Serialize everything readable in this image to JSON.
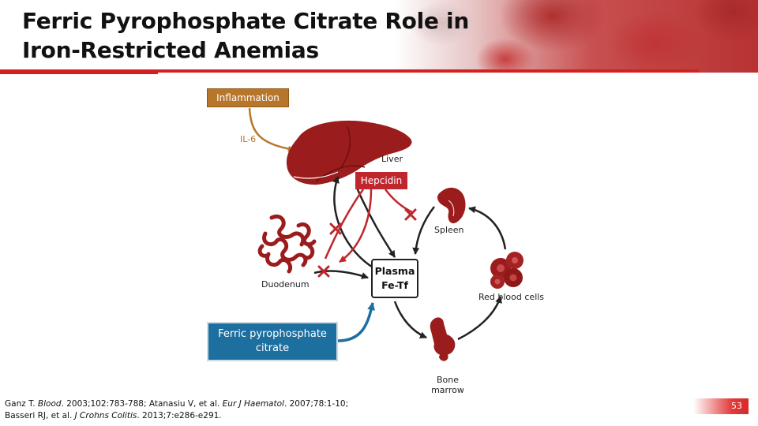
{
  "slide": {
    "title_line1": "Ferric Pyrophosphate Citrate Role in",
    "title_line2": "Iron-Restricted Anemias",
    "page_number": "53"
  },
  "diagram": {
    "inflammation": "Inflammation",
    "il6": "IL-6",
    "liver": "Liver",
    "hepcidin": "Hepcidin",
    "spleen": "Spleen",
    "duodenum": "Duodenum",
    "plasma_line1": "Plasma",
    "plasma_line2": "Fe-Tf",
    "red_blood_cells": "Red blood cells",
    "fpc_line1": "Ferric pyrophosphate",
    "fpc_line2": "citrate",
    "bone_marrow_line1": "Bone",
    "bone_marrow_line2": "marrow"
  },
  "citation": {
    "line1_a": "Ganz T. ",
    "line1_b": "Blood",
    "line1_c": ". 2003;102:783-788; Atanasiu V, et al. ",
    "line1_d": "Eur J Haematol",
    "line1_e": ". 2007;78:1-10;",
    "line2_a": "Basseri RJ, et al. ",
    "line2_b": "J Crohns Colitis",
    "line2_c": ". 2013;7:e286-e291."
  },
  "colors": {
    "accent_red": "#c0272d",
    "inflammation": "#b8762a",
    "fpc_blue": "#1d6fa0",
    "organ_red": "#9b1c1c"
  },
  "icons": [
    "liver-icon",
    "spleen-icon",
    "duodenum-icon",
    "red-blood-cells-icon",
    "bone-marrow-icon"
  ]
}
